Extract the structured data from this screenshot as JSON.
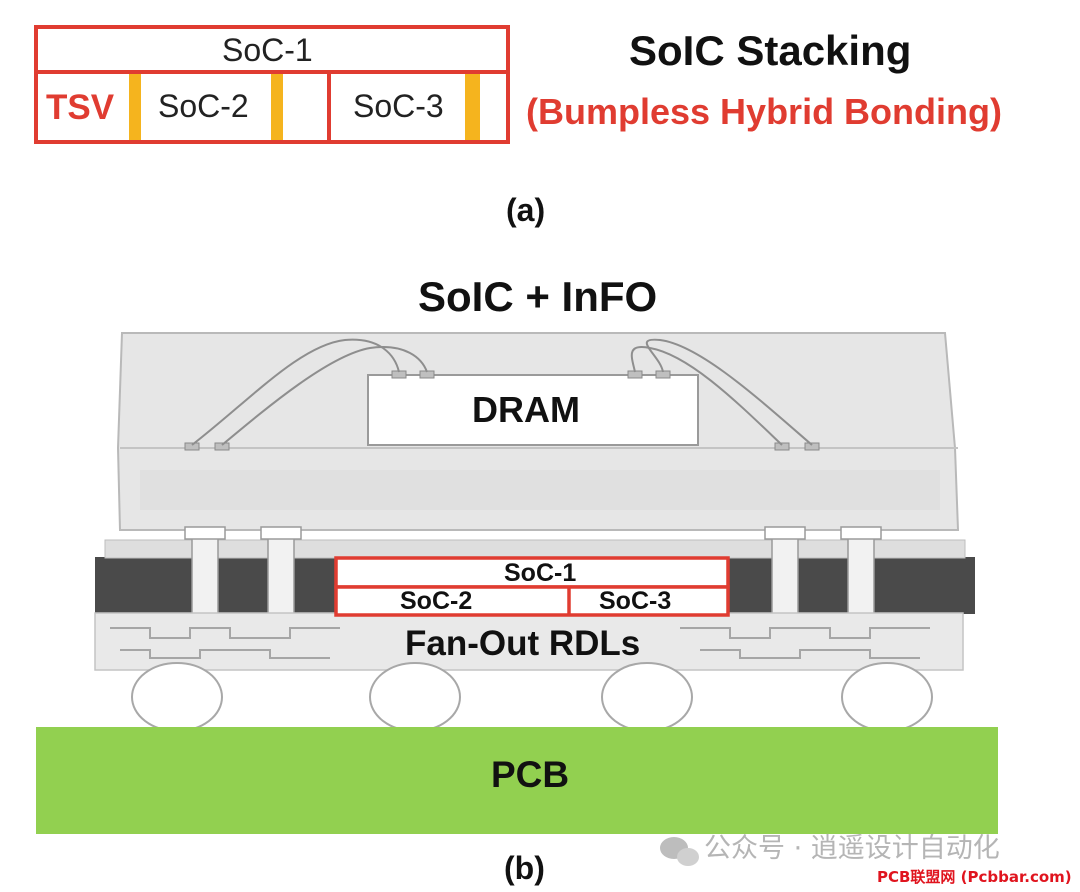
{
  "panel_a": {
    "labels": {
      "soc1": "SoC-1",
      "soc2": "SoC-2",
      "soc3": "SoC-3",
      "tsv": "TSV"
    },
    "title": "SoIC Stacking",
    "subtitle": "(Bumpless Hybrid Bonding)",
    "caption": "(a)"
  },
  "panel_b": {
    "title": "SoIC + InFO",
    "labels": {
      "dram": "DRAM",
      "soc1": "SoC-1",
      "soc2": "SoC-2",
      "soc3": "SoC-3",
      "rdl": "Fan-Out RDLs",
      "pcb": "PCB"
    },
    "caption": "(b)"
  },
  "watermark": {
    "text": "公众号 · 逍遥设计自动化",
    "source": "PCB联盟网 (Pcbbar.com)",
    "icon": "wechat-icon"
  },
  "colors": {
    "outline_red": "#e03c31",
    "tsv_yellow": "#f5b41e",
    "pcb_green": "#92d050",
    "mold_gray": "#e4e4e4",
    "dark_layer": "#4a4a4a"
  }
}
